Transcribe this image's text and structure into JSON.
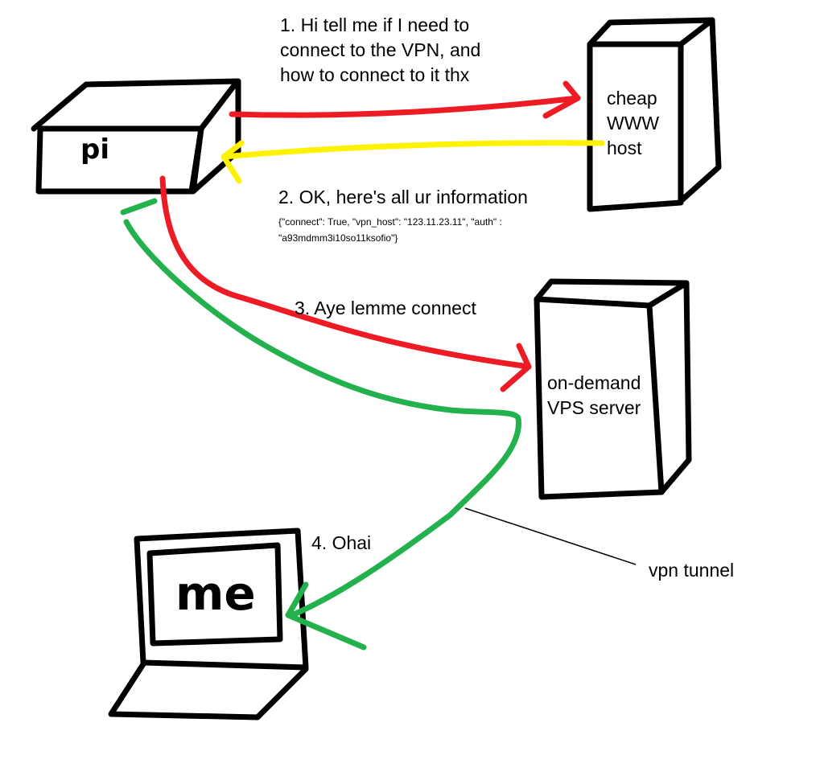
{
  "nodes": {
    "pi": {
      "label": "pi"
    },
    "www_host": {
      "label": "cheap\nWWW\nhost"
    },
    "vps": {
      "label": "on-demand\nVPS server"
    },
    "laptop": {
      "label": "me"
    }
  },
  "steps": {
    "step1": "1. Hi tell me if I need to\nconnect to the VPN, and\nhow to connect to it thx",
    "step2": "2. OK, here's all ur information",
    "step2_detail": "{\"connect\": True, \"vpn_host\": \"123.11.23.11\", \"auth\" :\n\"a93mdmm3i10so11ksofio\"}",
    "step3": "3. Aye lemme connect",
    "step4": "4. Ohai"
  },
  "annotation": {
    "vpn_tunnel": "vpn tunnel"
  },
  "colors": {
    "request": "#ed1c24",
    "response": "#fff200",
    "tunnel": "#22b14c",
    "outline": "#000000"
  }
}
